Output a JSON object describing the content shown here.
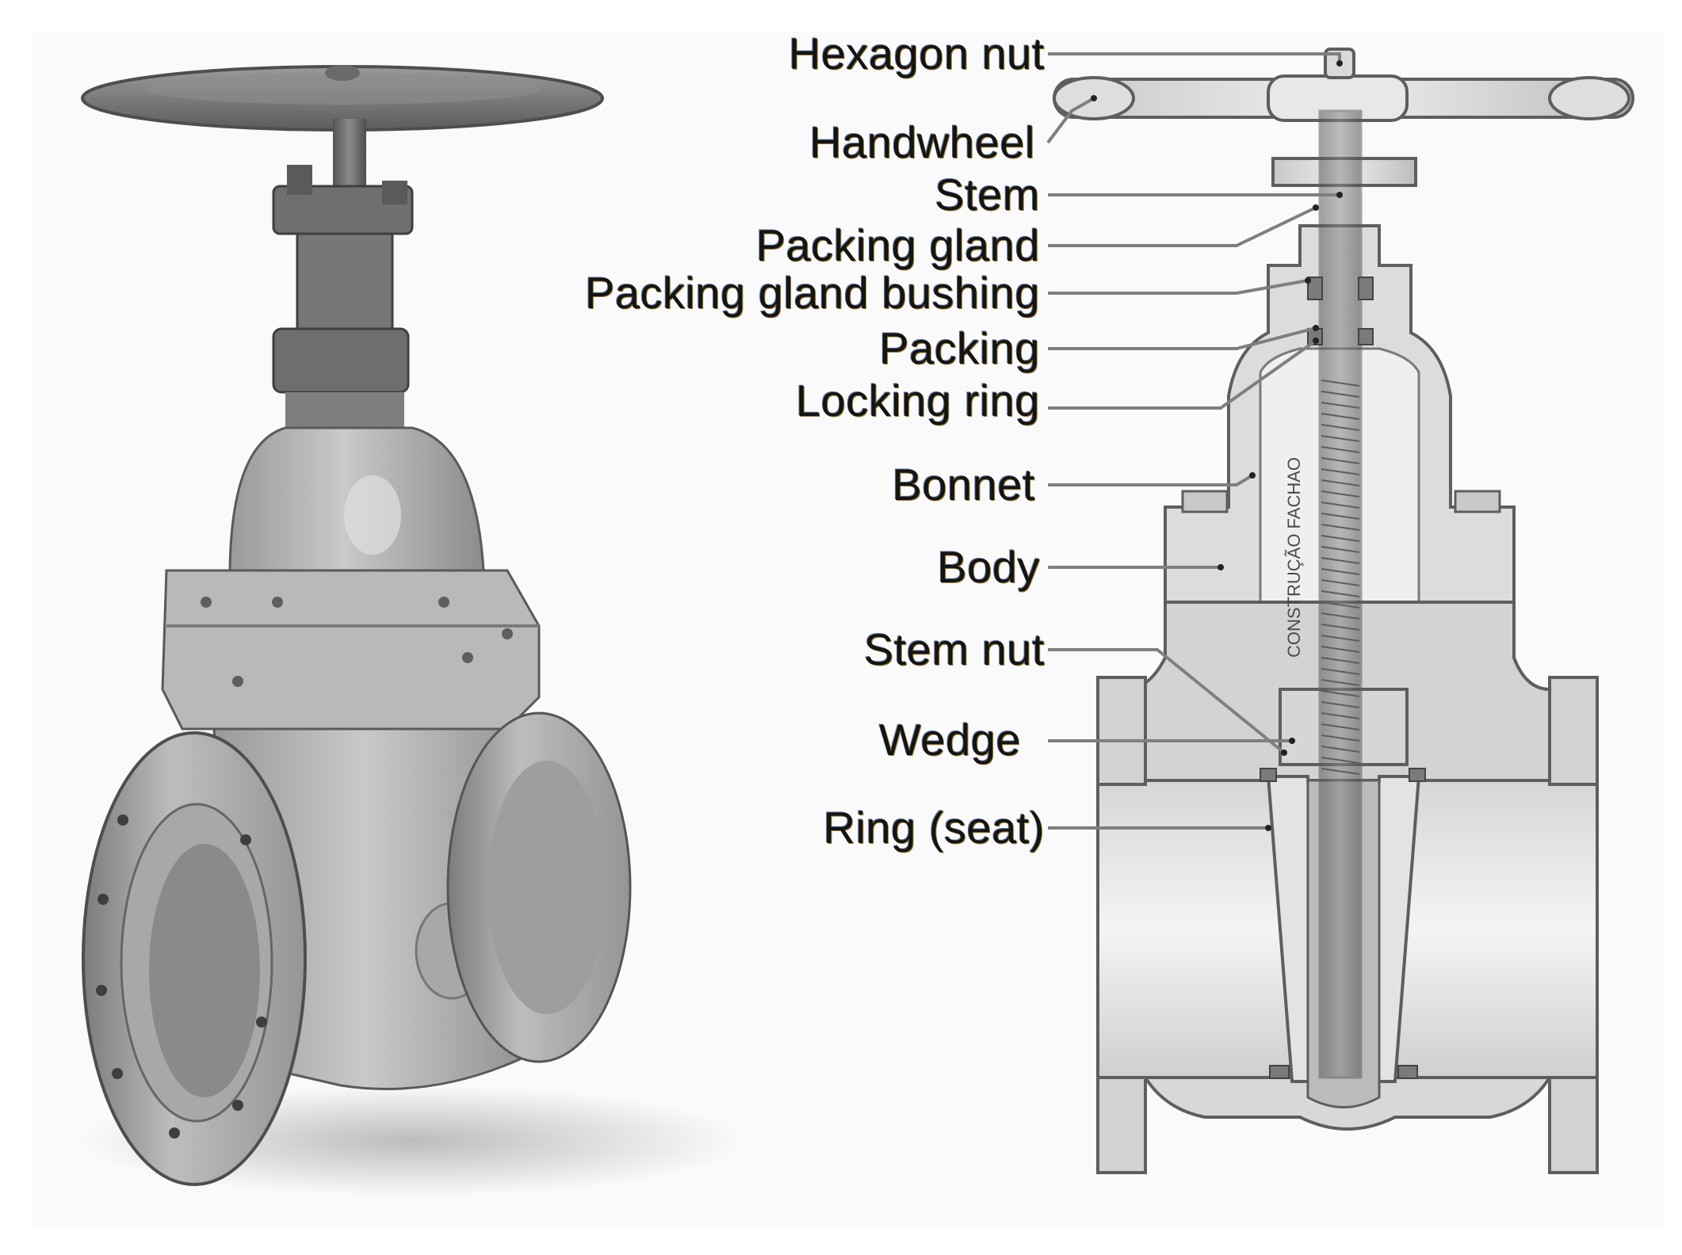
{
  "diagram": {
    "subject": "gate valve",
    "labels": {
      "hexagon_nut": "Hexagon nut",
      "handwheel": "Handwheel",
      "stem": "Stem",
      "packing_gland": "Packing gland",
      "packing_gland_bushing": "Packing gland bushing",
      "packing": "Packing",
      "locking_ring": "Locking ring",
      "bonnet": "Bonnet",
      "body": "Body",
      "stem_nut": "Stem nut",
      "wedge": "Wedge",
      "ring_seat": "Ring (seat)"
    },
    "stem_engraving": "CONSTRUÇÃO FACHAO"
  },
  "colors": {
    "label_text": "#141414",
    "leader_line": "#7f7f7f",
    "metal_light": "#d4d4d4",
    "metal_mid": "#a9a9a9",
    "metal_dark": "#6e6e6e",
    "outline": "#5e5e5e"
  }
}
